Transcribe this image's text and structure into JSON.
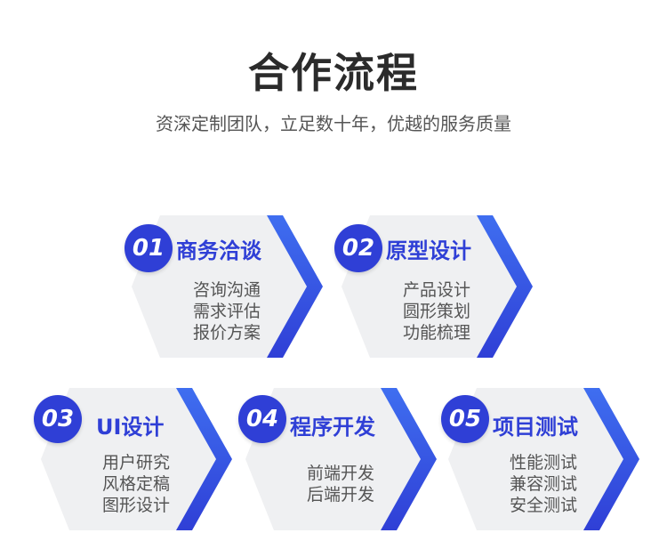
{
  "title": "合作流程",
  "subtitle": "资深定制团队，立足数十年，优越的服务质量",
  "colors": {
    "accent": "#2f3fd6",
    "accent_light": "#3f6ef0",
    "card_bg": "#eff0f2",
    "text": "#555555"
  },
  "steps": [
    {
      "num": "01",
      "title": "商务洽谈",
      "lines": [
        "咨询沟通",
        "需求评估",
        "报价方案"
      ]
    },
    {
      "num": "02",
      "title": "原型设计",
      "lines": [
        "产品设计",
        "圆形策划",
        "功能梳理"
      ]
    },
    {
      "num": "03",
      "title": "UI设计",
      "lines": [
        "用户研究",
        "风格定稿",
        "图形设计"
      ]
    },
    {
      "num": "04",
      "title": "程序开发",
      "lines": [
        "前端开发",
        "后端开发"
      ]
    },
    {
      "num": "05",
      "title": "项目测试",
      "lines": [
        "性能测试",
        "兼容测试",
        "安全测试"
      ]
    }
  ]
}
